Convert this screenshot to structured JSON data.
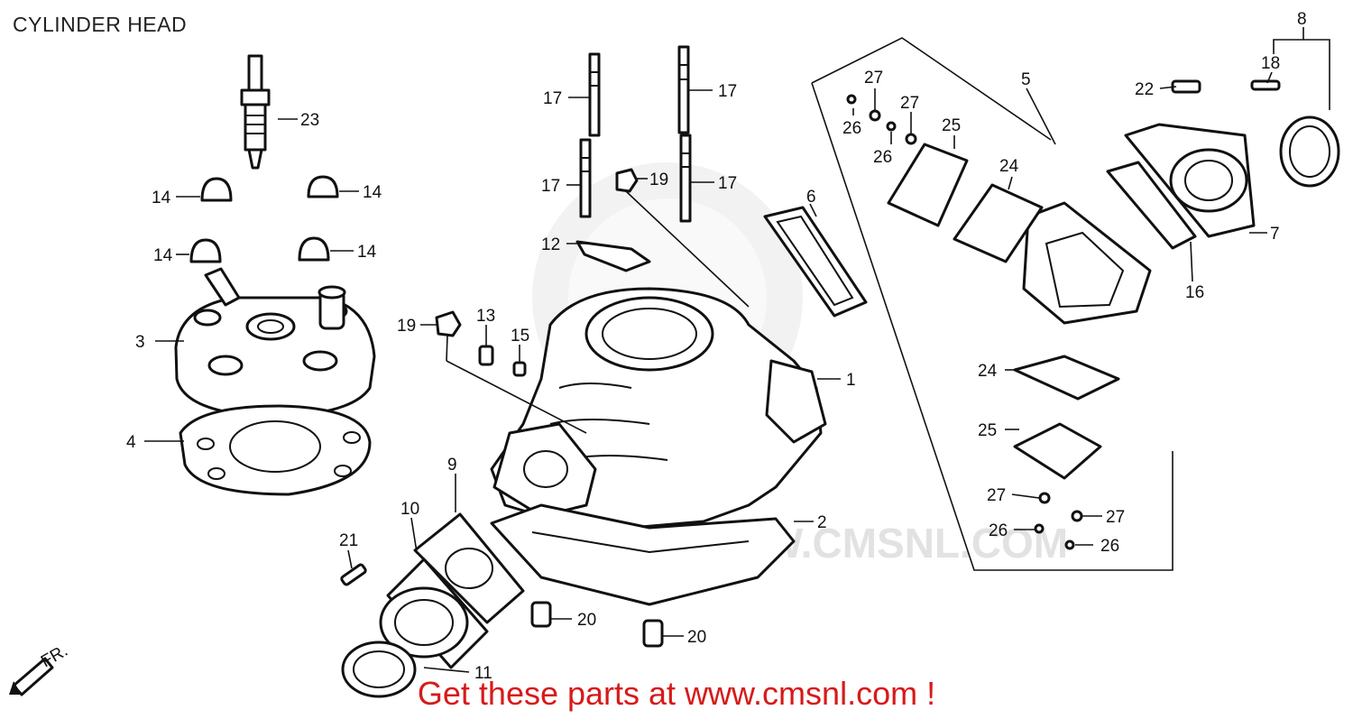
{
  "title": "CYLINDER HEAD",
  "banner": "Get these parts at www.cmsnl.com !",
  "watermark_text": "WWW.CMSNL.COM",
  "front_indicator": "FR.",
  "callouts": {
    "c1": "1",
    "c2": "2",
    "c3": "3",
    "c4": "4",
    "c5": "5",
    "c6": "6",
    "c7": "7",
    "c8": "8",
    "c9": "9",
    "c10": "10",
    "c11": "11",
    "c12": "12",
    "c13": "13",
    "c14": "14",
    "c15": "15",
    "c16": "16",
    "c17": "17",
    "c18": "18",
    "c19": "19",
    "c20": "20",
    "c21": "21",
    "c22": "22",
    "c23": "23",
    "c24": "24",
    "c25": "25",
    "c26": "26",
    "c27": "27"
  },
  "colors": {
    "banner": "#d71a1a",
    "line": "#111111",
    "watermark": "#d9d9d9"
  }
}
